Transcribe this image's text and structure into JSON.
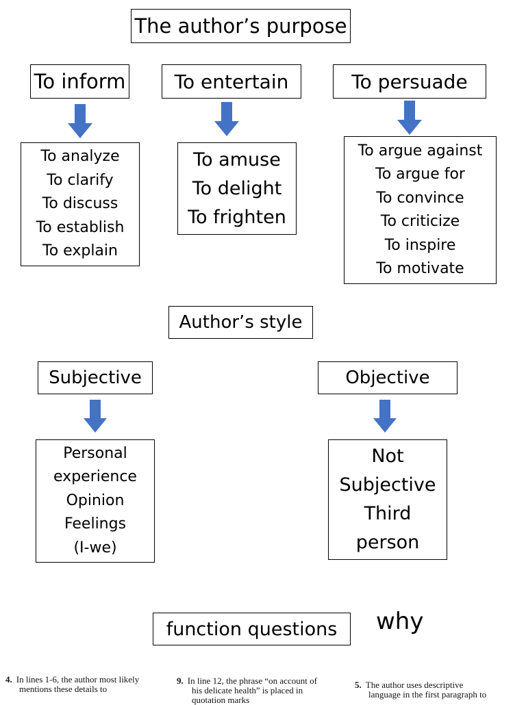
{
  "title": "The author’s purpose",
  "purposes": [
    {
      "heading": "To inform",
      "items": [
        "To analyze",
        "To clarify",
        "To discuss",
        "To establish",
        "To explain"
      ]
    },
    {
      "heading": "To entertain",
      "items": [
        "To amuse",
        "To delight",
        "To frighten"
      ]
    },
    {
      "heading": "To persuade",
      "items": [
        "To argue against",
        "To argue for",
        "To convince",
        "To criticize",
        "To inspire",
        "To motivate"
      ]
    }
  ],
  "style_title": "Author’s style",
  "styles": [
    {
      "heading": "Subjective",
      "items": [
        "Personal",
        "experience",
        "Opinion",
        "Feelings",
        "(I-we)"
      ]
    },
    {
      "heading": "Objective",
      "items": [
        "Not",
        "Subjective",
        "Third",
        "person"
      ]
    }
  ],
  "function_title": "function questions",
  "why": "why",
  "questions": [
    {
      "num": "4.",
      "lines": [
        "In lines 1-6, the author most likely",
        "mentions these details to"
      ]
    },
    {
      "num": "9.",
      "lines": [
        "In line 12, the phrase “on account of",
        "his delicate health” is placed in",
        "quotation marks"
      ]
    },
    {
      "num": "5.",
      "lines": [
        "The author uses descriptive",
        "language in the first paragraph to"
      ]
    }
  ],
  "colors": {
    "arrow": "#4472C4",
    "border": "#000000"
  }
}
